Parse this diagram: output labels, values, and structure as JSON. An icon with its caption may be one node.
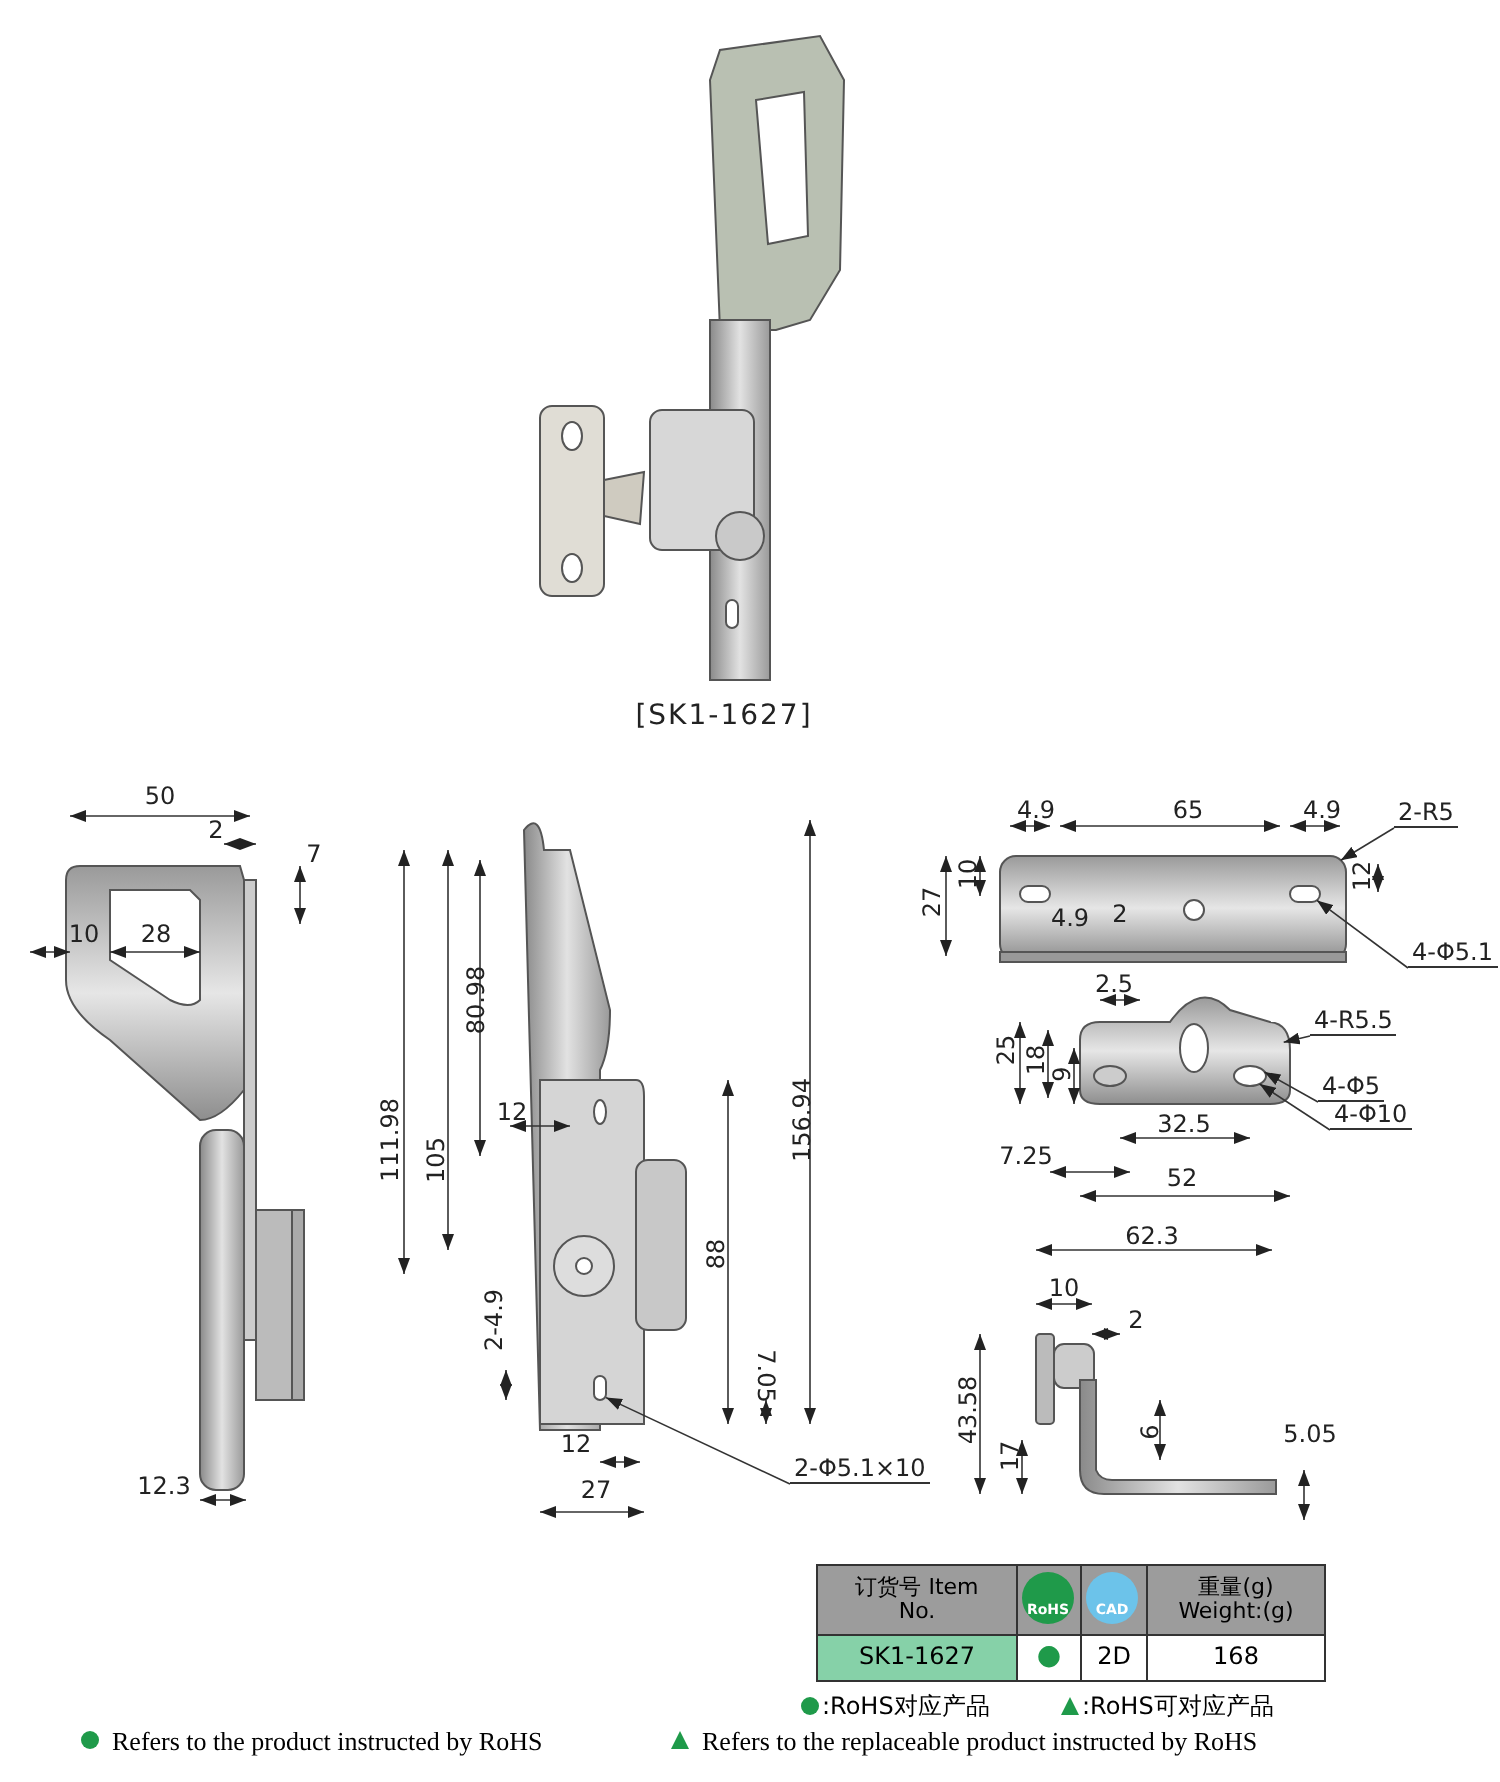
{
  "diagram": {
    "nodes": [
      {
        "text": [
          "2-R5"
        ]
      },
      {
        "text": [
          "4-Φ5.1"
        ]
      },
      {
        "text": [
          "4-R5.5"
        ]
      },
      {
        "text": [
          "4-Φ5"
        ]
      },
      {
        "text": [
          "4-Φ10"
        ]
      },
      {
        "text": [
          "2-Φ5.1×10"
        ]
      },
      {
        "text": [],
        "shape": "picture"
      },
      {
        "text": [],
        "shape": "box",
        "in": 6
      },
      {
        "text": [],
        "shape": "picture"
      },
      {
        "text": [],
        "shape": "circle",
        "in": 8
      },
      {
        "text": [],
        "shape": "box"
      }
    ],
    "edges": [
      {
        "from": 0,
        "to": 6,
        "arrow": "to"
      },
      {
        "from": 1,
        "to": 7,
        "arrow": "to"
      },
      {
        "from": 2,
        "to": 8,
        "arrow": "to"
      },
      {
        "from": 3,
        "to": 9,
        "arrow": "to"
      },
      {
        "from": 4,
        "to": 9,
        "arrow": "to"
      },
      {
        "from": 5,
        "to": 10,
        "arrow": "to"
      }
    ],
    "labels": [
      "[SK1-1627]",
      "50",
      "2",
      "7",
      "10",
      "28",
      "12.3",
      "111.98",
      "105",
      "80.98",
      "12",
      "2-4.9",
      "88",
      "156.94",
      "7.05",
      "12",
      "27",
      "4.9",
      "65",
      "4.9",
      "27",
      "10",
      "4.9",
      "2",
      "12",
      "2.5",
      "25",
      "18",
      "9",
      "32.5",
      "7.25",
      "52",
      "62.3",
      "10",
      "2",
      "43.58",
      "17",
      "6",
      "5.05",
      "订货号 Item No.",
      "RoHS",
      "CAD",
      "重量(g) Weight:(g)",
      "SK1-1627",
      "●",
      "2D",
      "168"
    ],
    "legend": [
      {
        "text": ":RoHS对应产品"
      },
      {
        "text": ":RoHS可对应产品"
      },
      {
        "text": "Refers to the product instructed by RoHS"
      },
      {
        "text": "Refers to the replaceable product instructed by RoHS"
      }
    ]
  }
}
